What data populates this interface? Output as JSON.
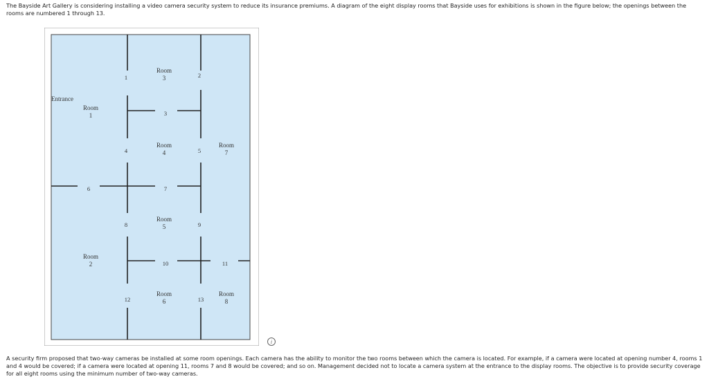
{
  "problem": {
    "intro": "The Bayside Art Gallery is considering installing a video camera security system to reduce its insurance premiums. A diagram of the eight display rooms that Bayside uses for exhibitions is shown in the figure below; the openings between the rooms are numbered 1 through 13.",
    "outro": "A security firm proposed that two-way cameras be installed at some room openings. Each camera has the ability to monitor the two rooms between which the camera is located. For example, if a camera were located at opening number 4, rooms 1 and 4 would be covered; if a camera were located at opening 11, rooms 7 and 8 would be covered; and so on. Management decided not to locate a camera system at the entrance to the display rooms. The objective is to provide security coverage for all eight rooms using the minimum number of two-way cameras."
  },
  "diagram": {
    "entrance_label": "Entrance",
    "rooms": [
      {
        "label": "Room",
        "number": "1"
      },
      {
        "label": "Room",
        "number": "2"
      },
      {
        "label": "Room",
        "number": "3"
      },
      {
        "label": "Room",
        "number": "4"
      },
      {
        "label": "Room",
        "number": "5"
      },
      {
        "label": "Room",
        "number": "6"
      },
      {
        "label": "Room",
        "number": "7"
      },
      {
        "label": "Room",
        "number": "8"
      }
    ],
    "openings": [
      "1",
      "2",
      "3",
      "4",
      "5",
      "6",
      "7",
      "8",
      "9",
      "10",
      "11",
      "12",
      "13"
    ],
    "colors": {
      "floor": "#cfe6f6",
      "wall": "#222222",
      "border": "#555555"
    }
  }
}
